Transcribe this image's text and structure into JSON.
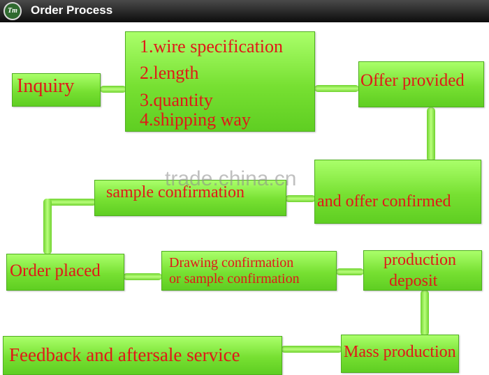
{
  "header": {
    "title": "Order Process",
    "logo_text": "Tm"
  },
  "steps": {
    "inquiry": "Inquiry",
    "specs": [
      "1.wire specification",
      "2.length",
      "3.quantity",
      "4.shipping way"
    ],
    "offer_provided": "Offer provided",
    "offer_confirmed": "and offer confirmed",
    "sample_confirmation": "sample confirmation",
    "order_placed": "Order placed",
    "drawing_line1": "Drawing confirmation",
    "drawing_line2": "or sample confirmation",
    "production_line1": "production",
    "production_line2": "deposit",
    "mass_production": "Mass production",
    "feedback": "Feedback and aftersale service"
  },
  "watermark": "trade.china.cn",
  "colors": {
    "box_green": "#77e032",
    "text_red": "#e01818",
    "header_dark": "#1a1a1a"
  }
}
